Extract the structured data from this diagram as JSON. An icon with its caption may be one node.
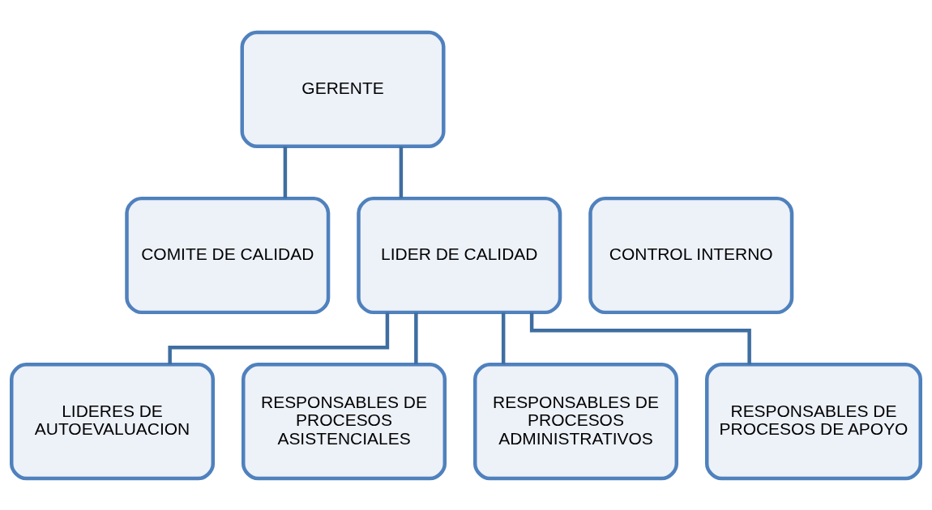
{
  "diagram": {
    "nodes": [
      {
        "text": [
          "GERENTE"
        ]
      },
      {
        "text": [
          "COMITE DE CALIDAD"
        ]
      },
      {
        "text": [
          "LIDER DE CALIDAD"
        ]
      },
      {
        "text": [
          "CONTROL INTERNO"
        ]
      },
      {
        "text": [
          "LIDERES DE AUTOEVALUACION"
        ]
      },
      {
        "text": [
          "RESPONSABLES DE PROCESOS ASISTENCIALES"
        ]
      },
      {
        "text": [
          "RESPONSABLES DE PROCESOS ADMINISTRATIVOS"
        ]
      },
      {
        "text": [
          "RESPONSABLES DE PROCESOS DE APOYO"
        ]
      }
    ],
    "edges": [
      {
        "from": 0,
        "to": 1,
        "arrow": "none"
      },
      {
        "from": 0,
        "to": 2,
        "arrow": "none"
      },
      {
        "from": 2,
        "to": 4,
        "arrow": "none"
      },
      {
        "from": 2,
        "to": 5,
        "arrow": "none"
      },
      {
        "from": 2,
        "to": 6,
        "arrow": "none"
      },
      {
        "from": 2,
        "to": 7,
        "arrow": "none"
      }
    ]
  }
}
